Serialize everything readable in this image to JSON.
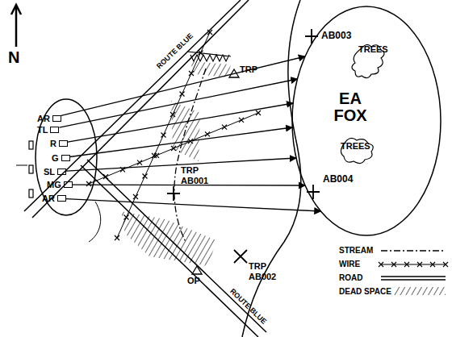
{
  "diagram": {
    "nodes": [
      {
        "text": [
          "AB003",
          "TREES",
          "EA FOX",
          "TREES",
          "AB004"
        ]
      },
      {
        "text": [
          "AR"
        ]
      },
      {
        "text": [
          "TL"
        ]
      },
      {
        "text": [
          "R"
        ]
      },
      {
        "text": [
          "G"
        ]
      },
      {
        "text": [
          "SL"
        ]
      },
      {
        "text": [
          "MG"
        ]
      },
      {
        "text": [
          "AR"
        ]
      }
    ],
    "edges": [
      {
        "from": 1,
        "to": 0,
        "arrow": "to"
      },
      {
        "from": 2,
        "to": 0,
        "arrow": "to"
      },
      {
        "from": 3,
        "to": 0,
        "arrow": "to"
      },
      {
        "from": 4,
        "to": 0,
        "arrow": "to"
      },
      {
        "from": 5,
        "to": 0,
        "arrow": "to"
      },
      {
        "from": 6,
        "to": 0,
        "arrow": "to"
      },
      {
        "from": 7,
        "to": 0,
        "arrow": "to"
      }
    ],
    "labels": [
      "N",
      "TRP",
      "TRP AB001",
      "TRP AB002",
      "OP",
      "ROUTE BLUE",
      "ROUTE BLUE"
    ],
    "legend": [
      {
        "text": "STREAM"
      },
      {
        "text": "WIRE"
      },
      {
        "text": "ROAD"
      },
      {
        "text": "DEAD SPACE"
      }
    ]
  }
}
